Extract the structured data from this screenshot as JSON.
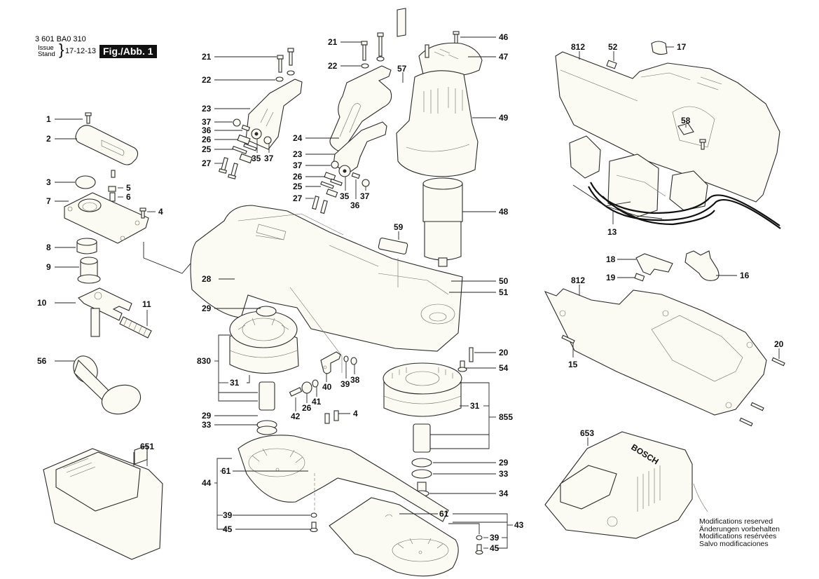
{
  "header": {
    "doc_number": "3 601 BA0 310",
    "issue_label_en": "Issue",
    "issue_label_de": "Stand",
    "issue_date": "17-12-13",
    "figure_badge": "Fig./Abb. 1"
  },
  "disclaimer": {
    "lines": [
      "Modifications reserved",
      "Änderungen vorbehalten",
      "Modifications resérvées",
      "Salvo modificaciones"
    ]
  },
  "charger_brand": "BOSCH",
  "callouts": {
    "c1": "1",
    "c2": "2",
    "c3": "3",
    "c4a": "4",
    "c4b": "4",
    "c5": "5",
    "c6": "6",
    "c7": "7",
    "c8": "8",
    "c9": "9",
    "c10": "10",
    "c11": "11",
    "c13": "13",
    "c15": "15",
    "c16": "16",
    "c17": "17",
    "c18": "18",
    "c19": "19",
    "c20a": "20",
    "c20b": "20",
    "c21a": "21",
    "c21b": "21",
    "c22a": "22",
    "c22b": "22",
    "c23a": "23",
    "c23b": "23",
    "c24": "24",
    "c25a": "25",
    "c25b": "25",
    "c26a": "26",
    "c26b": "26",
    "c26c": "26",
    "c27a": "27",
    "c27b": "27",
    "c28": "28",
    "c29a": "29",
    "c29b": "29",
    "c29c": "29",
    "c31a": "31",
    "c31b": "31",
    "c33a": "33",
    "c33b": "33",
    "c34": "34",
    "c35a": "35",
    "c35b": "35",
    "c36a": "36",
    "c36b": "36",
    "c37a": "37",
    "c37b": "37",
    "c37c": "37",
    "c37d": "37",
    "c38": "38",
    "c39a": "39",
    "c39b": "39",
    "c39c": "39",
    "c40": "40",
    "c41": "41",
    "c42": "42",
    "c43": "43",
    "c44": "44",
    "c45a": "45",
    "c45b": "45",
    "c46": "46",
    "c47": "47",
    "c48": "48",
    "c49": "49",
    "c50": "50",
    "c51": "51",
    "c52": "52",
    "c54": "54",
    "c56": "56",
    "c57": "57",
    "c58": "58",
    "c59": "59",
    "c61a": "61",
    "c61b": "61",
    "c651": "651",
    "c653": "653",
    "c812a": "812",
    "c812b": "812",
    "c830": "830",
    "c855": "855"
  }
}
